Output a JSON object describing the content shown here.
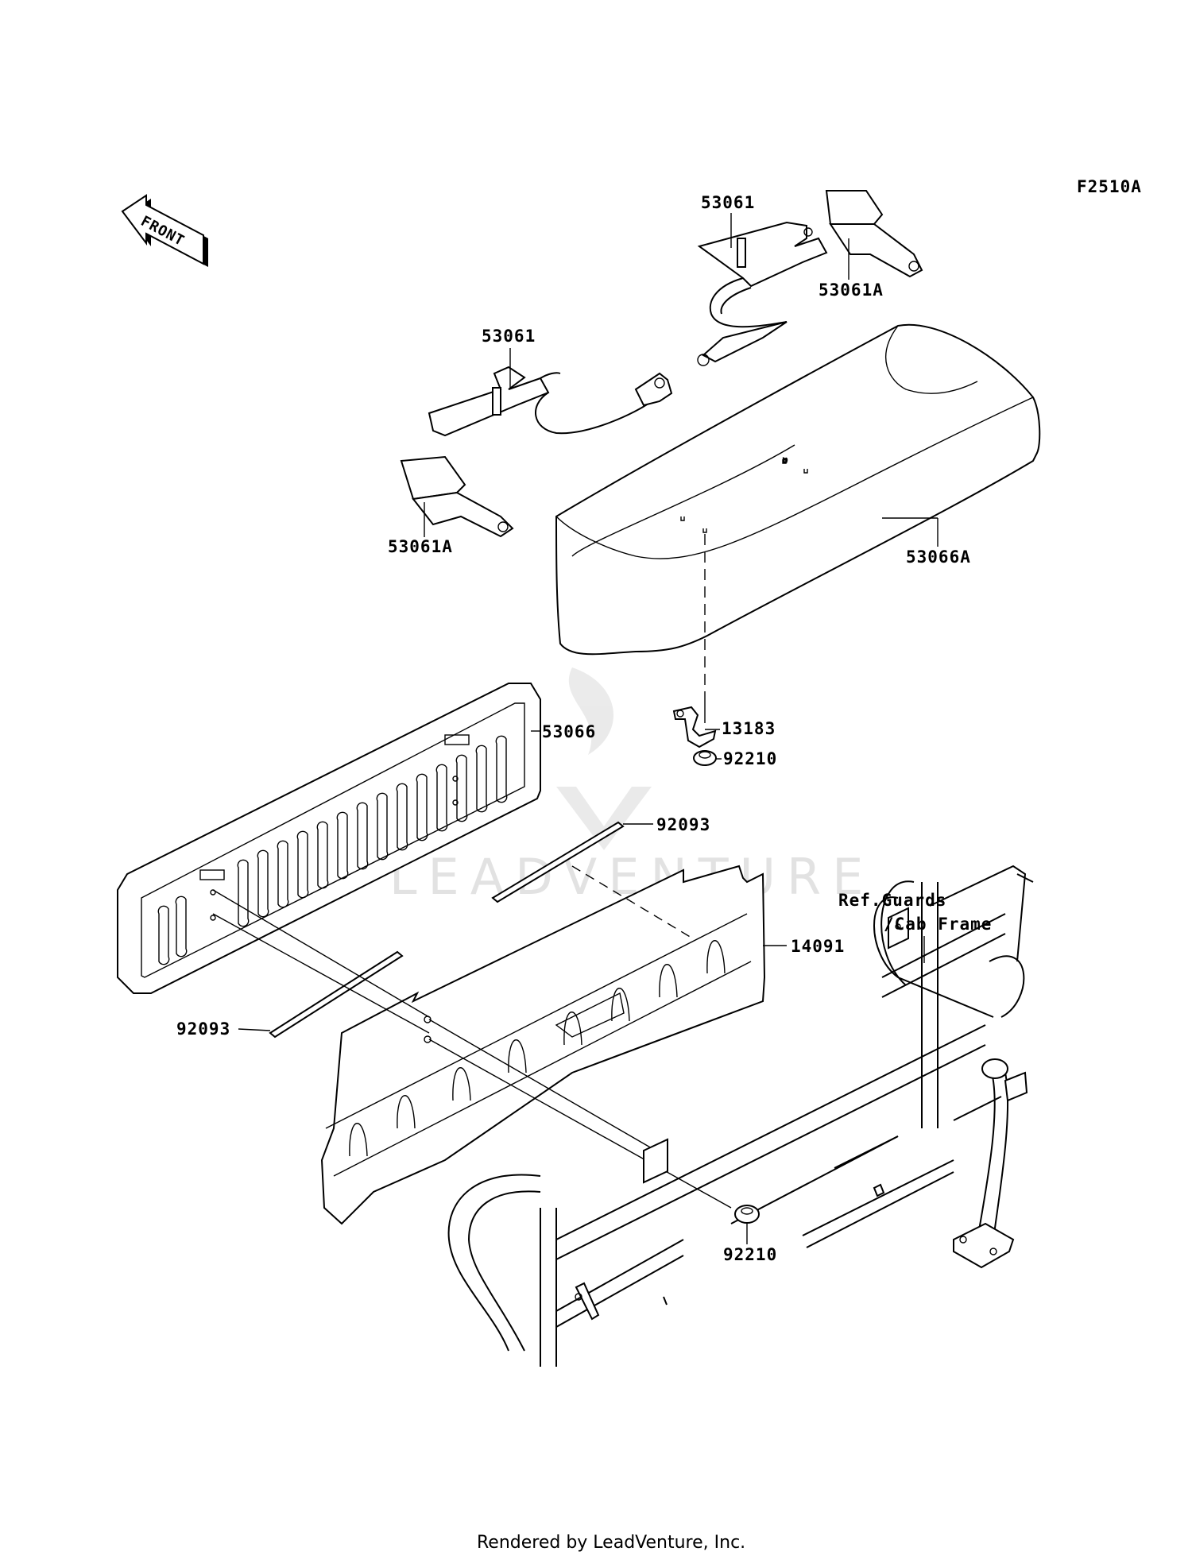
{
  "diagram": {
    "figure_code": "F2510A",
    "front_indicator": "FRONT",
    "footer_text": "Rendered by LeadVenture, Inc.",
    "watermark_text": "LEADVENTURE",
    "labels": {
      "strap_upper": "53061",
      "belt_upper": "53061A",
      "strap_left": "53061",
      "belt_left": "53061A",
      "seat_cushion": "53066A",
      "seat_back": "53066",
      "bracket": "13183",
      "nut_upper": "92210",
      "pad_upper": "92093",
      "panel": "14091",
      "pad_lower": "92093",
      "nut_lower": "92210",
      "ref_line1": "Ref.Guards",
      "ref_line2": "/Cab Frame"
    }
  }
}
